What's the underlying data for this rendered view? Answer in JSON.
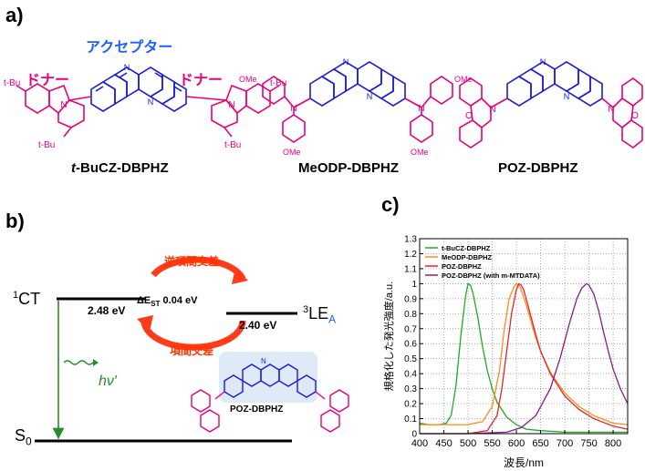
{
  "panel_a": {
    "label": "a)",
    "acceptor_label": "アクセプター",
    "donor_label_left": "ドナー",
    "donor_label_right": "ドナー",
    "substituent": "t-Bu",
    "methoxy": "OMe",
    "heteroatoms": {
      "N": "N",
      "O": "O"
    },
    "molecules": [
      {
        "name_prefix": "t",
        "name_rest": "-BuCZ-DBPHZ"
      },
      {
        "name_prefix": "",
        "name_rest": "MeODP-DBPHZ"
      },
      {
        "name_prefix": "",
        "name_rest": "POZ-DBPHZ"
      }
    ]
  },
  "panel_b": {
    "label": "b)",
    "ct_state": "CT",
    "ct_sup": "1",
    "le_state": "LE",
    "le_sup": "3",
    "le_sub": "A",
    "ground_state": "S",
    "ground_sub": "0",
    "ct_energy": "2.48 eV",
    "le_energy": "2.40 eV",
    "delta_est_prefix": "ΔE",
    "delta_est_sub": "ST",
    "delta_est_value": " 0.04 eV",
    "risc_label": "逆項間交差",
    "isc_label": "項間交差",
    "emission_label": "hν′",
    "molecule_name": "POZ-DBPHZ"
  },
  "panel_c": {
    "label": "c)"
  },
  "chart_data": {
    "type": "line",
    "xlabel": "波長/nm",
    "ylabel": "規格化した発光強度/a.u.",
    "xlim": [
      400,
      830
    ],
    "ylim": [
      0,
      1.3
    ],
    "xticks": [
      400,
      450,
      500,
      550,
      600,
      650,
      700,
      750,
      800
    ],
    "yticks": [
      0,
      0.1,
      0.2,
      0.3,
      0.4,
      0.5,
      0.6,
      0.7,
      0.8,
      0.9,
      1,
      1.1,
      1.2,
      1.3
    ],
    "legend_position": "top-left",
    "series": [
      {
        "name": "t-BuCZ-DBPHZ",
        "color": "#22aa22",
        "x": [
          400,
          420,
          440,
          455,
          465,
          475,
          485,
          495,
          500,
          505,
          510,
          520,
          530,
          540,
          550,
          560,
          580,
          600,
          620,
          650,
          700,
          750,
          800,
          830
        ],
        "y": [
          0.07,
          0.06,
          0.06,
          0.07,
          0.12,
          0.32,
          0.65,
          0.92,
          1.0,
          0.99,
          0.94,
          0.78,
          0.58,
          0.42,
          0.3,
          0.21,
          0.11,
          0.06,
          0.03,
          0.02,
          0.01,
          0.01,
          0.01,
          0.01
        ]
      },
      {
        "name": "MeODP-DBPHZ",
        "color": "#ff8c1a",
        "x": [
          400,
          450,
          500,
          530,
          550,
          565,
          575,
          585,
          595,
          600,
          605,
          610,
          620,
          630,
          640,
          650,
          670,
          700,
          730,
          760,
          800,
          830
        ],
        "y": [
          0.06,
          0.06,
          0.06,
          0.08,
          0.18,
          0.42,
          0.7,
          0.9,
          0.98,
          1.0,
          0.99,
          0.96,
          0.86,
          0.75,
          0.64,
          0.55,
          0.41,
          0.27,
          0.18,
          0.12,
          0.07,
          0.06
        ]
      },
      {
        "name": "POZ-DBPHZ",
        "color": "#e8222a",
        "x": [
          400,
          450,
          500,
          540,
          560,
          570,
          580,
          590,
          600,
          605,
          610,
          615,
          620,
          630,
          640,
          650,
          670,
          700,
          730,
          760,
          800,
          830
        ],
        "y": [
          0.0,
          0.0,
          0.0,
          0.02,
          0.12,
          0.3,
          0.55,
          0.8,
          0.96,
          1.0,
          0.99,
          0.96,
          0.9,
          0.78,
          0.66,
          0.55,
          0.4,
          0.25,
          0.16,
          0.1,
          0.05,
          0.03
        ]
      },
      {
        "name": "POZ-DBPHZ (with m-MTDATA)",
        "color": "#8b1a8b",
        "x": [
          400,
          500,
          580,
          610,
          640,
          670,
          690,
          710,
          725,
          735,
          745,
          750,
          760,
          770,
          780,
          790,
          800,
          815,
          830
        ],
        "y": [
          0.0,
          0.0,
          0.01,
          0.04,
          0.12,
          0.3,
          0.5,
          0.74,
          0.9,
          0.97,
          1.0,
          0.99,
          0.93,
          0.82,
          0.68,
          0.55,
          0.43,
          0.3,
          0.2
        ]
      }
    ]
  }
}
